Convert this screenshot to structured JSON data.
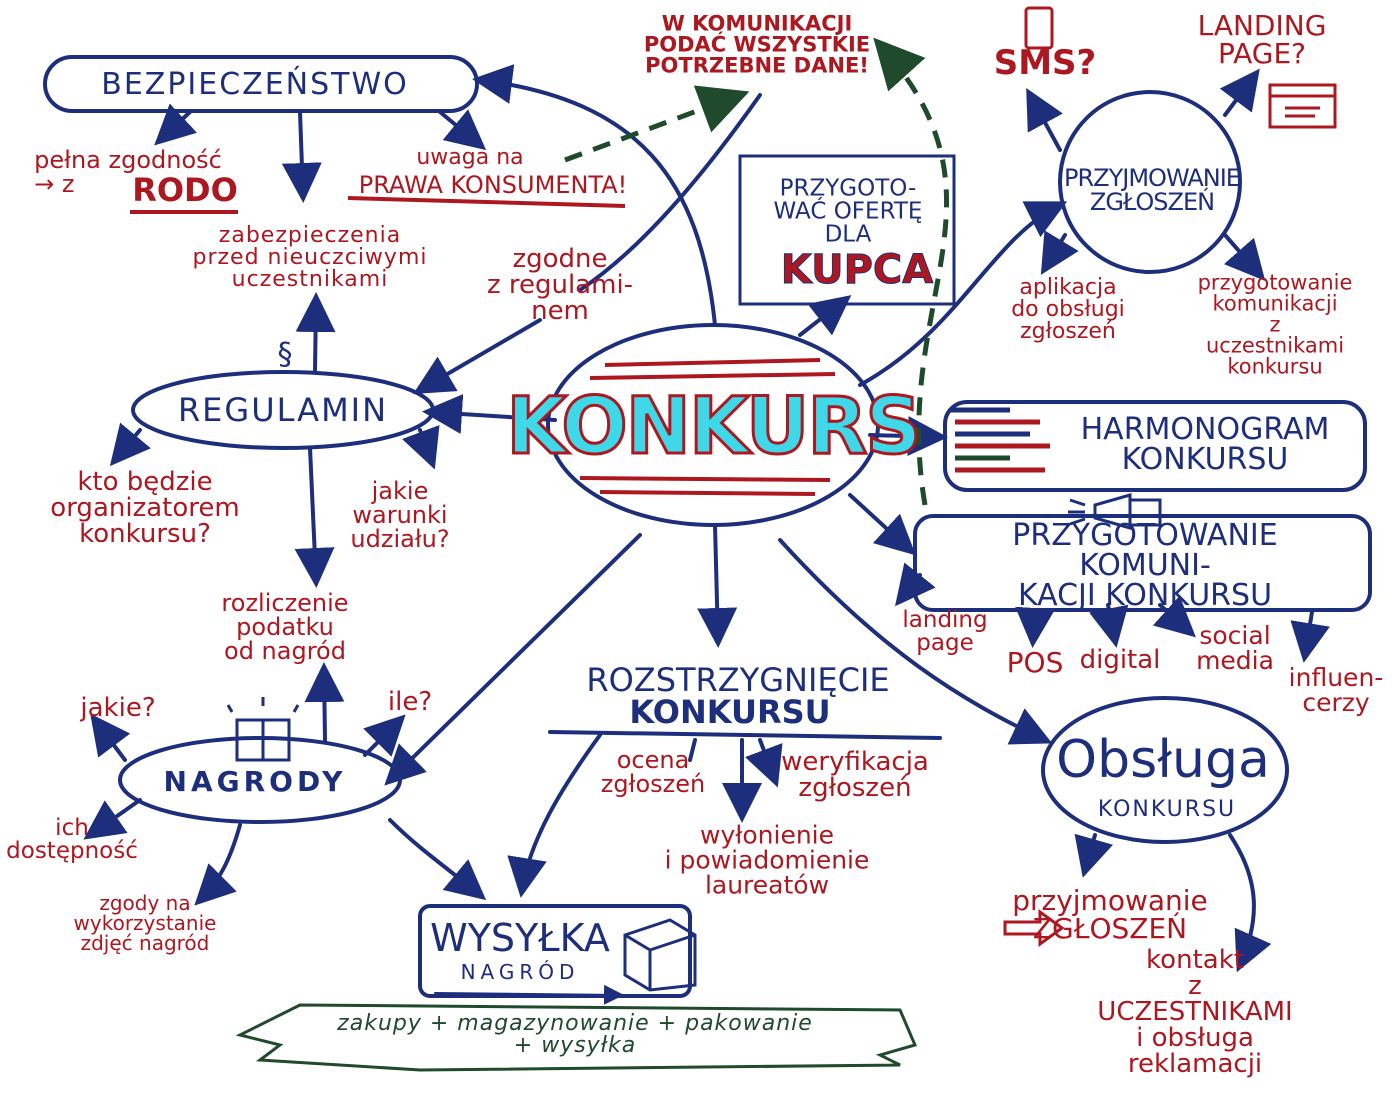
{
  "colors": {
    "ink_blue": "#1d2f7c",
    "ink_red": "#ad1820",
    "ink_green": "#1f4a2c",
    "accent_cyan": "#3fd8e8"
  },
  "center": {
    "title": "KONKURS"
  },
  "bezpieczenstwo": {
    "title": "BEZPIECZEŃSTWO",
    "rodo_prefix": "pełna zgodność\n→ z",
    "rodo": "RODO",
    "zabezpieczenia": "zabezpieczenia\nprzed nieuczciwymi\nuczestnikami",
    "konsument_line1": "uwaga na",
    "konsument_line2": "PRAWA KONSUMENTA!"
  },
  "komunikacja_note": "W KOMUNIKACJI\nPODAĆ WSZYSTKIE\nPOTRZEBNE DANE!",
  "oferta": {
    "text": "PRZYGOTO-\nWAĆ OFERTĘ\nDLA",
    "kupca": "KUPCA"
  },
  "regulamin": {
    "title": "REGULAMIN",
    "paragraph_icon": "§",
    "zgodne": "zgodne\nz regulami-\nnem",
    "organizator": "kto będzie\norganizatorem\nkonkursu?",
    "warunki": "jakie\nwarunki\nudziału?",
    "podatek": "rozliczenie\npodatku\nod nagród"
  },
  "przyjmowanie": {
    "title": "PRZYJMOWANIE\nZGŁOSZEŃ",
    "sms": "SMS?",
    "landing": "LANDING\nPAGE?",
    "aplikacja": "aplikacja\ndo obsługi\nzgłoszeń",
    "komunikacja": "przygotowanie\nkomunikacji\nz uczestnikami\nkonkursu"
  },
  "harmonogram": {
    "title": "HARMONOGRAM\nKONKURSU"
  },
  "komunikacja_konkursu": {
    "title": "PRZYGOTOWANIE KOMUNI-\nKACJI KONKURSU",
    "channels": [
      "landing\npage",
      "POS",
      "digital",
      "social\nmedia",
      "influen-\ncerzy"
    ]
  },
  "rozstrzygniecie": {
    "title_line1": "ROZSTRZYGNIĘCIE",
    "title_line2": "KONKURSU",
    "ocena": "ocena\nzgłoszeń",
    "weryfikacja": "weryfikacja\nzgłoszeń",
    "wylonienie": "wyłonienie\ni powiadomienie\nlaureatów"
  },
  "obsluga": {
    "title": "Obsługa",
    "subtitle": "KONKURSU",
    "przyjmowanie": "przyjmowanie\nZGŁOSZEŃ",
    "kontakt": "kontakt\nz UCZESTNIKAMI\ni obsługa reklamacji"
  },
  "nagrody": {
    "title": "NAGRODY",
    "jakie": "jakie?",
    "ile": "ile?",
    "dostepnosc": "ich\ndostępność",
    "zgody": "zgody na\nwykorzystanie\nzdjęć nagród"
  },
  "wysylka": {
    "title": "WYSYŁKA",
    "subtitle": "NAGRÓD",
    "banner": "zakupy + magazynowanie + pakowanie\n+ wysyłka"
  }
}
